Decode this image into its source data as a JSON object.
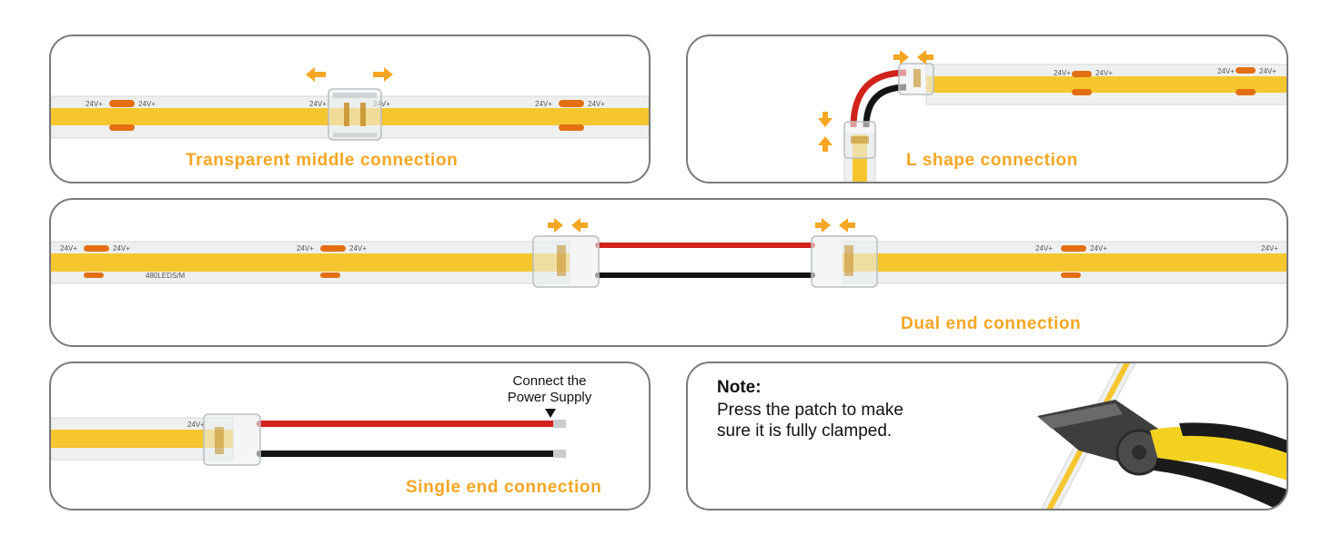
{
  "colors": {
    "accent": "#f5a623",
    "strip_yellow": "#f6c62e",
    "strip_clear": "#eef0f0",
    "pad_orange": "#e36f12",
    "wire_red": "#d1221b",
    "wire_black": "#151515",
    "border": "#7a7a7a"
  },
  "panels": {
    "transparent_middle": {
      "caption": "Transparent middle connection"
    },
    "l_shape": {
      "caption": "L shape connection"
    },
    "dual_end": {
      "caption": "Dual end connection"
    },
    "single_end": {
      "caption": "Single end connection",
      "callout_line1": "Connect the",
      "callout_line2": "Power Supply"
    },
    "note": {
      "title": "Note:",
      "text_line1": "Press the patch to make",
      "text_line2": "sure it is fully clamped."
    }
  },
  "strip_labels": {
    "voltage": "24V+",
    "minus": "—",
    "density": "480LEDS/M"
  },
  "icons": [
    "arrow-left-icon",
    "arrow-right-icon",
    "arrow-up-icon",
    "arrow-down-icon",
    "down-triangle-icon",
    "pliers-icon"
  ]
}
